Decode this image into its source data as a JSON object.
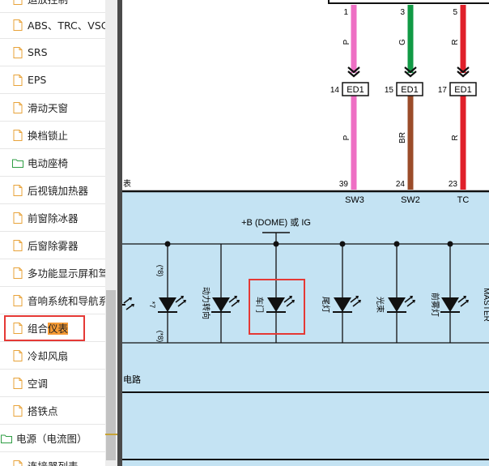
{
  "sidebar": {
    "items": [
      {
        "label": "运放控制",
        "type": "file"
      },
      {
        "label": "ABS、TRC、VSC",
        "type": "file"
      },
      {
        "label": "SRS",
        "type": "file"
      },
      {
        "label": "EPS",
        "type": "file"
      },
      {
        "label": "滑动天窗",
        "type": "file"
      },
      {
        "label": "换档锁止",
        "type": "file"
      },
      {
        "label": "电动座椅",
        "type": "folder"
      },
      {
        "label": "后视镜加热器",
        "type": "file"
      },
      {
        "label": "前窗除冰器",
        "type": "file"
      },
      {
        "label": "后窗除雾器",
        "type": "file"
      },
      {
        "label": "多功能显示屏和驾驶",
        "type": "file"
      },
      {
        "label": "音响系统和导航系统",
        "type": "file"
      },
      {
        "label_plain": "组合",
        "label_highlight": "仪表",
        "type": "file",
        "selected": true
      },
      {
        "label": "冷却风扇",
        "type": "file"
      },
      {
        "label": "空调",
        "type": "file"
      },
      {
        "label": "搭铁点",
        "type": "file"
      },
      {
        "label": "电源（电流图）",
        "type": "folder",
        "root": true
      },
      {
        "label": "连接器列表",
        "type": "file"
      }
    ]
  },
  "diagram": {
    "wires": [
      {
        "top_pin": "1",
        "top_color": "P",
        "connector_pin": "14",
        "connector": "ED1",
        "bottom_color": "P",
        "bottom_pin": "39",
        "terminal": "SW3"
      },
      {
        "top_pin": "3",
        "top_color": "G",
        "connector_pin": "15",
        "connector": "ED1",
        "bottom_color": "BR",
        "bottom_pin": "24",
        "terminal": "SW2"
      },
      {
        "top_pin": "5",
        "top_color": "R",
        "connector_pin": "17",
        "connector": "ED1",
        "bottom_color": "R",
        "bottom_pin": "23",
        "terminal": "TC"
      }
    ],
    "top_section_label": "表",
    "power_label": "+B (DOME) 或 IG",
    "note_star_7": "*7",
    "note_star_8a": "(*8)",
    "note_star_8b": "(*8)",
    "leds": [
      "动力转向",
      "车门",
      "尾灯",
      "光束",
      "前雾灯"
    ],
    "master_label": "MASTER",
    "bottom_section_label": "电路",
    "colors": {
      "pink": "#ee6fc4",
      "green": "#119a45",
      "red": "#e0202a",
      "brown": "#9b4c2a",
      "panel": "#c4e3f3",
      "highlight": "#e53935"
    }
  }
}
